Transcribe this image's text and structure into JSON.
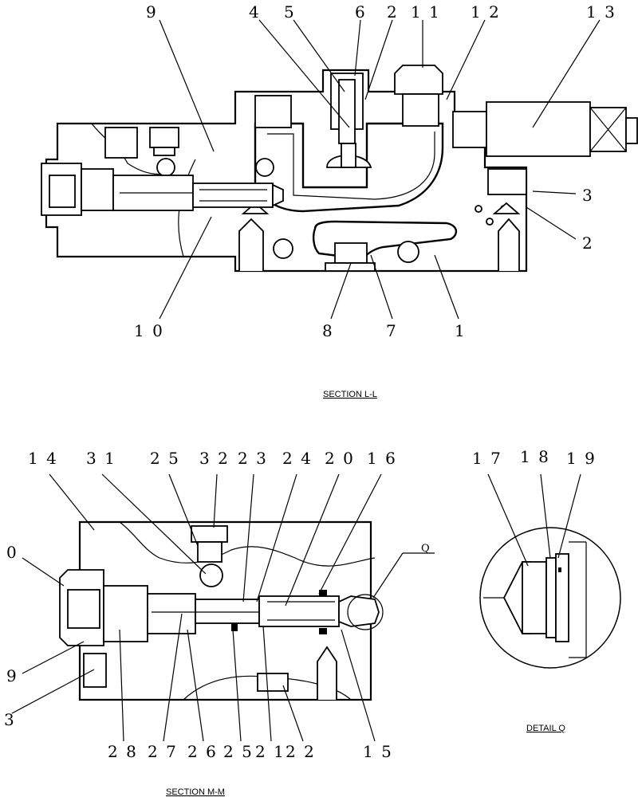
{
  "section_l": {
    "caption": "SECTION  L-L",
    "labels": [
      "9",
      "4",
      "5",
      "6",
      "2",
      "1 1",
      "1 2",
      "1 3",
      "3",
      "2",
      "1 0",
      "8",
      "7",
      "1"
    ]
  },
  "section_m": {
    "caption": "SECTION  M-M",
    "labels": [
      "1 4",
      "3 1",
      "2 5",
      "3 2",
      "2 3",
      "2 4",
      "2 0",
      "1 6",
      "Q",
      "0",
      "9",
      "3",
      "2 8",
      "2 7",
      "2 6",
      "2 5",
      "2 1",
      "2 2",
      "1 5"
    ]
  },
  "detail_q": {
    "caption": "DETAIL  Q",
    "labels": [
      "1 7",
      "1 8",
      "1 9"
    ]
  }
}
